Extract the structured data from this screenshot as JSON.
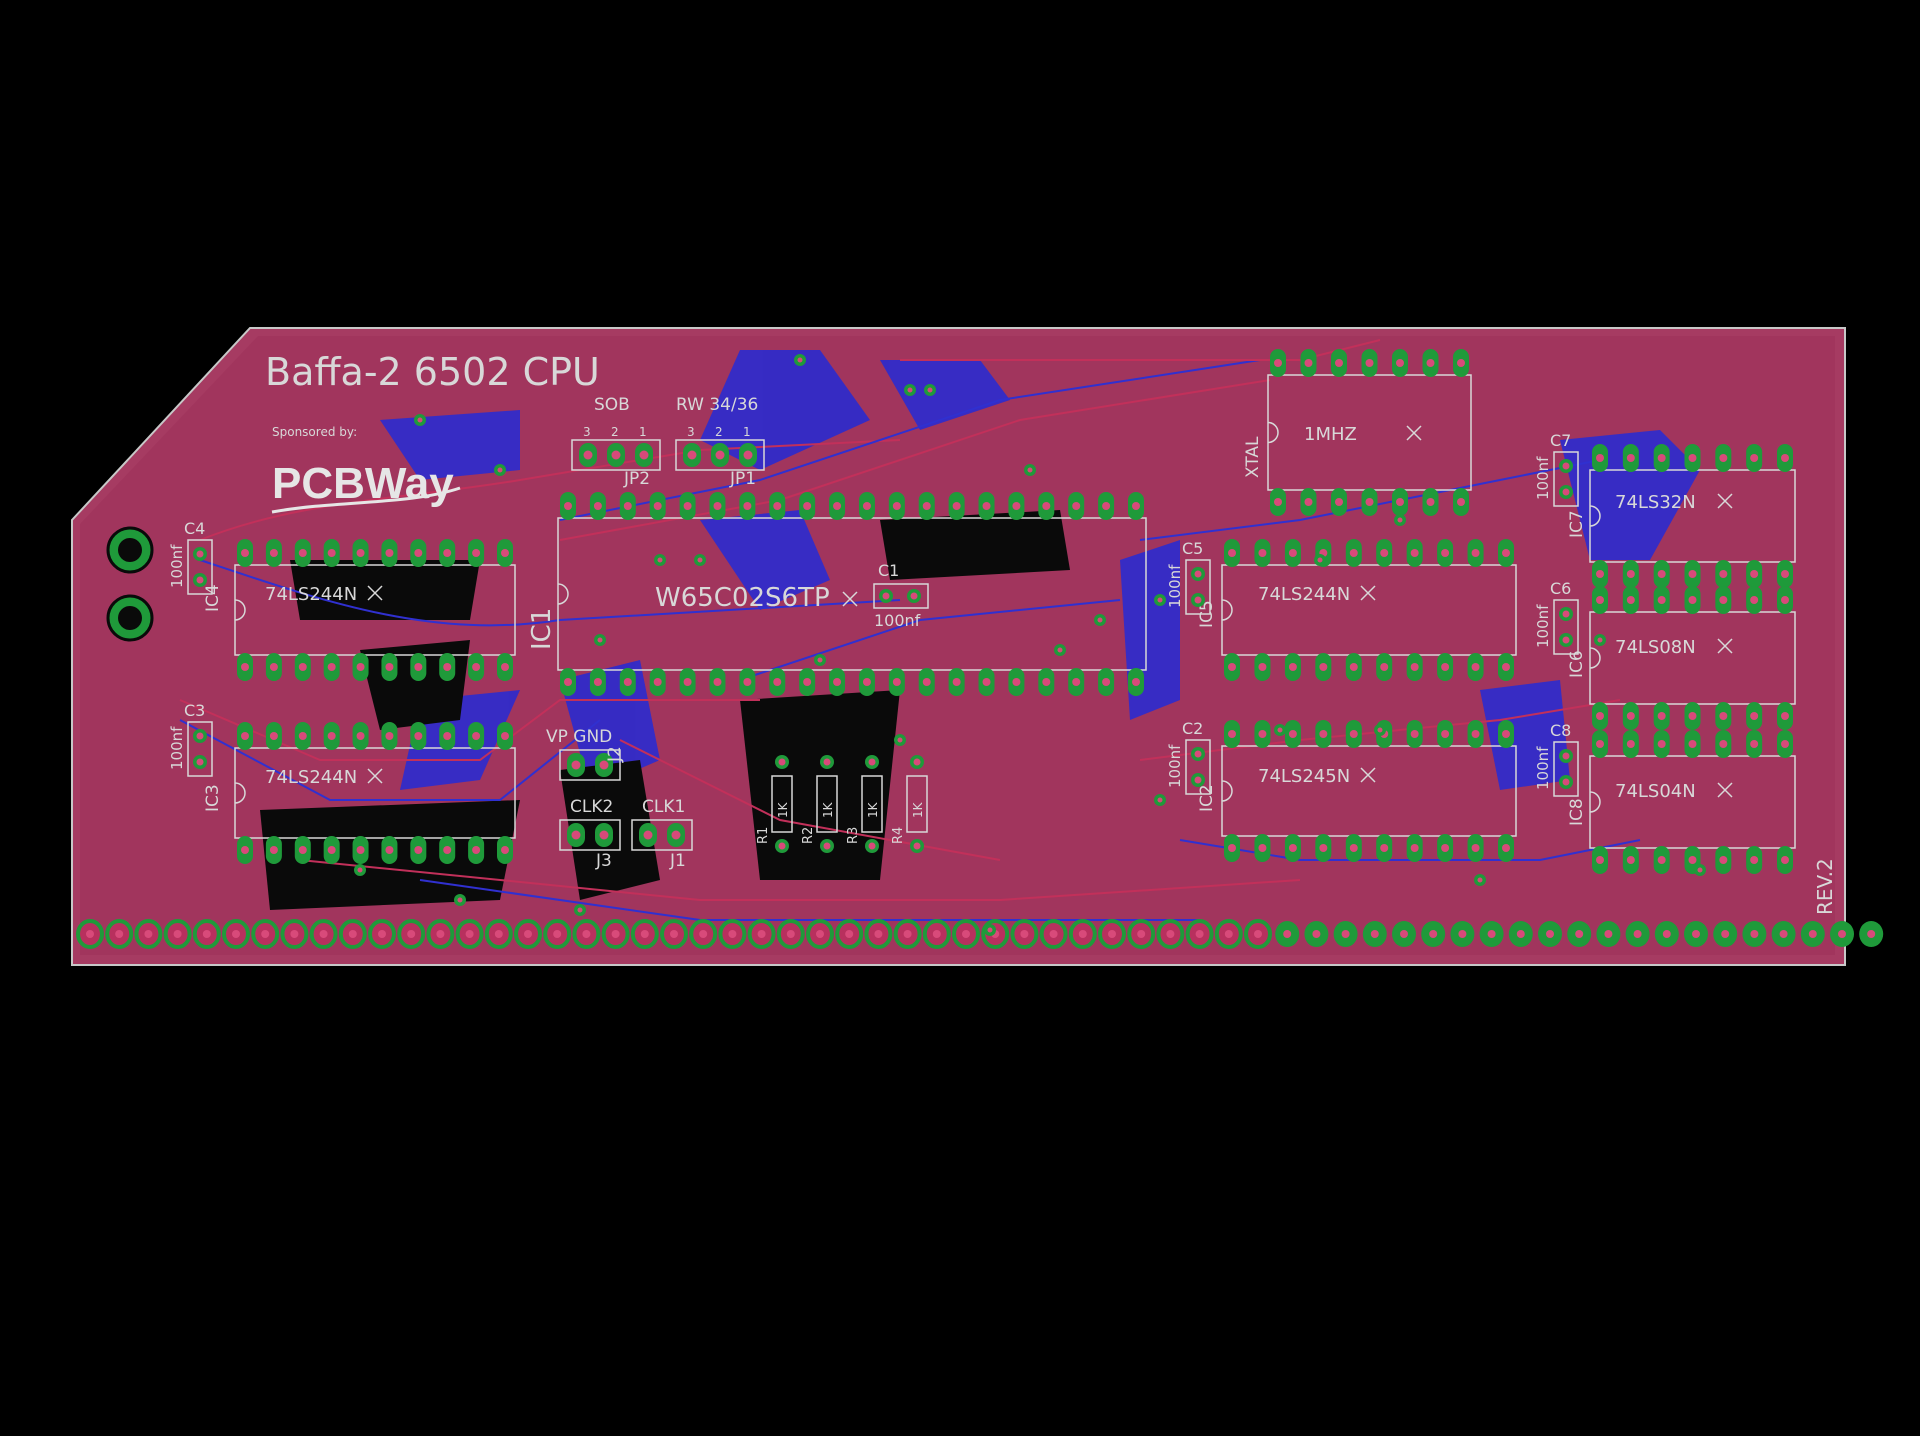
{
  "board": {
    "title": "Baffa-2 6502 CPU",
    "sponsor_caption": "Sponsored by:",
    "sponsor_logo_text": "PCBWay",
    "revision": "REV.2",
    "colors": {
      "background": "#000000",
      "copper_top": "#9b2a4a",
      "board_fill": "#a83a5f",
      "copper_bottom": "#2a2ad0",
      "pads": "#1f9a3a",
      "silkscreen": "#d8d8d8"
    }
  },
  "chips": [
    {
      "ref": "IC4",
      "value": "74LS244N"
    },
    {
      "ref": "IC3",
      "value": "74LS244N"
    },
    {
      "ref": "IC1",
      "value": "W65C02S6TP"
    },
    {
      "ref": "IC5",
      "value": "74LS244N"
    },
    {
      "ref": "IC2",
      "value": "74LS245N"
    },
    {
      "ref": "IC7",
      "value": "74LS32N"
    },
    {
      "ref": "IC6",
      "value": "74LS08N"
    },
    {
      "ref": "IC8",
      "value": "74LS04N"
    },
    {
      "ref": "XTAL",
      "value": "1MHZ"
    }
  ],
  "capacitors": [
    {
      "ref": "C4",
      "value": "100nf"
    },
    {
      "ref": "C3",
      "value": "100nf"
    },
    {
      "ref": "C1",
      "value": "100nf"
    },
    {
      "ref": "C5",
      "value": "100nf"
    },
    {
      "ref": "C2",
      "value": "100nf"
    },
    {
      "ref": "C7",
      "value": "100nf"
    },
    {
      "ref": "C6",
      "value": "100nf"
    },
    {
      "ref": "C8",
      "value": "100nf"
    }
  ],
  "resistors": [
    {
      "ref": "R1",
      "value": "1K"
    },
    {
      "ref": "R2",
      "value": "1K"
    },
    {
      "ref": "R3",
      "value": "1K"
    },
    {
      "ref": "R4",
      "value": "1K"
    }
  ],
  "jumpers": [
    {
      "ref": "JP2",
      "label": "SOB",
      "pins": [
        "3",
        "2",
        "1"
      ]
    },
    {
      "ref": "JP1",
      "label": "RW 34/36",
      "pins": [
        "3",
        "2",
        "1"
      ]
    },
    {
      "ref": "J2",
      "label": "VP GND"
    },
    {
      "ref": "J3",
      "label": "CLK2"
    },
    {
      "ref": "J1",
      "label": "CLK1"
    }
  ]
}
